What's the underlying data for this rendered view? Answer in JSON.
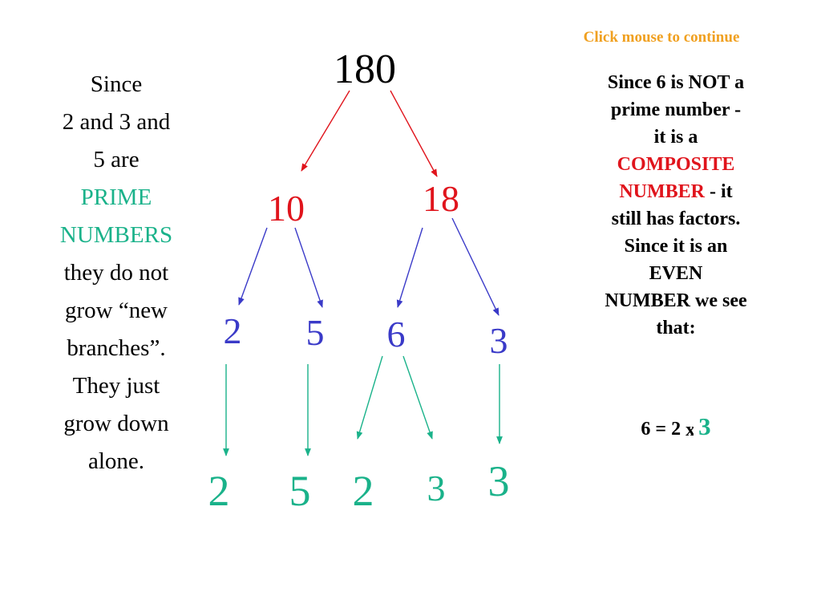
{
  "hint": "Click mouse to continue",
  "left_text": {
    "line1": "Since",
    "line2": "2 and 3 and",
    "line3": "5 are",
    "prime": "PRIME",
    "numbers": "NUMBERS",
    "line4": "they do not",
    "line5": "grow “new",
    "line6": "branches”.",
    "line7": "They just",
    "line8": "grow down",
    "line9": "alone."
  },
  "right_text": {
    "line1": "Since 6 is NOT a",
    "line2": "prime number -",
    "line3": "it is a",
    "composite": "COMPOSITE",
    "number": "NUMBER",
    "line4_suffix": " - it",
    "line5": "still has factors.",
    "line6": "Since it is an",
    "line7": "EVEN",
    "line8": "NUMBER we see",
    "line9": "that:"
  },
  "equation": {
    "lhs": "6 = 2",
    "op": "x",
    "rhs": "3"
  },
  "colors": {
    "hint": "#f0a020",
    "red": "#e0141c",
    "blue": "#3a3ac8",
    "green": "#1ab28a",
    "black": "#000000"
  },
  "tree": {
    "nodes": [
      {
        "id": "n180",
        "label": "180",
        "color": "#000000"
      },
      {
        "id": "n10",
        "label": "10",
        "color": "#e0141c"
      },
      {
        "id": "n18",
        "label": "18",
        "color": "#e0141c"
      },
      {
        "id": "n2a",
        "label": "2",
        "color": "#3a3ac8"
      },
      {
        "id": "n5a",
        "label": "5",
        "color": "#3a3ac8"
      },
      {
        "id": "n6",
        "label": "6",
        "color": "#3a3ac8"
      },
      {
        "id": "n3a",
        "label": "3",
        "color": "#3a3ac8"
      },
      {
        "id": "n2b",
        "label": "2",
        "color": "#1ab28a"
      },
      {
        "id": "n5b",
        "label": "5",
        "color": "#1ab28a"
      },
      {
        "id": "n2c",
        "label": "2",
        "color": "#1ab28a"
      },
      {
        "id": "n3b",
        "label": "3",
        "color": "#1ab28a"
      },
      {
        "id": "n3c",
        "label": "3",
        "color": "#1ab28a"
      }
    ],
    "edges": [
      {
        "from": "n180",
        "to": "n10",
        "color": "#e0141c"
      },
      {
        "from": "n180",
        "to": "n18",
        "color": "#e0141c"
      },
      {
        "from": "n10",
        "to": "n2a",
        "color": "#3a3ac8"
      },
      {
        "from": "n10",
        "to": "n5a",
        "color": "#3a3ac8"
      },
      {
        "from": "n18",
        "to": "n6",
        "color": "#3a3ac8"
      },
      {
        "from": "n18",
        "to": "n3a",
        "color": "#3a3ac8"
      },
      {
        "from": "n2a",
        "to": "n2b",
        "color": "#1ab28a"
      },
      {
        "from": "n5a",
        "to": "n5b",
        "color": "#1ab28a"
      },
      {
        "from": "n6",
        "to": "n2c",
        "color": "#1ab28a"
      },
      {
        "from": "n6",
        "to": "n3b",
        "color": "#1ab28a"
      },
      {
        "from": "n3a",
        "to": "n3c",
        "color": "#1ab28a"
      }
    ]
  }
}
